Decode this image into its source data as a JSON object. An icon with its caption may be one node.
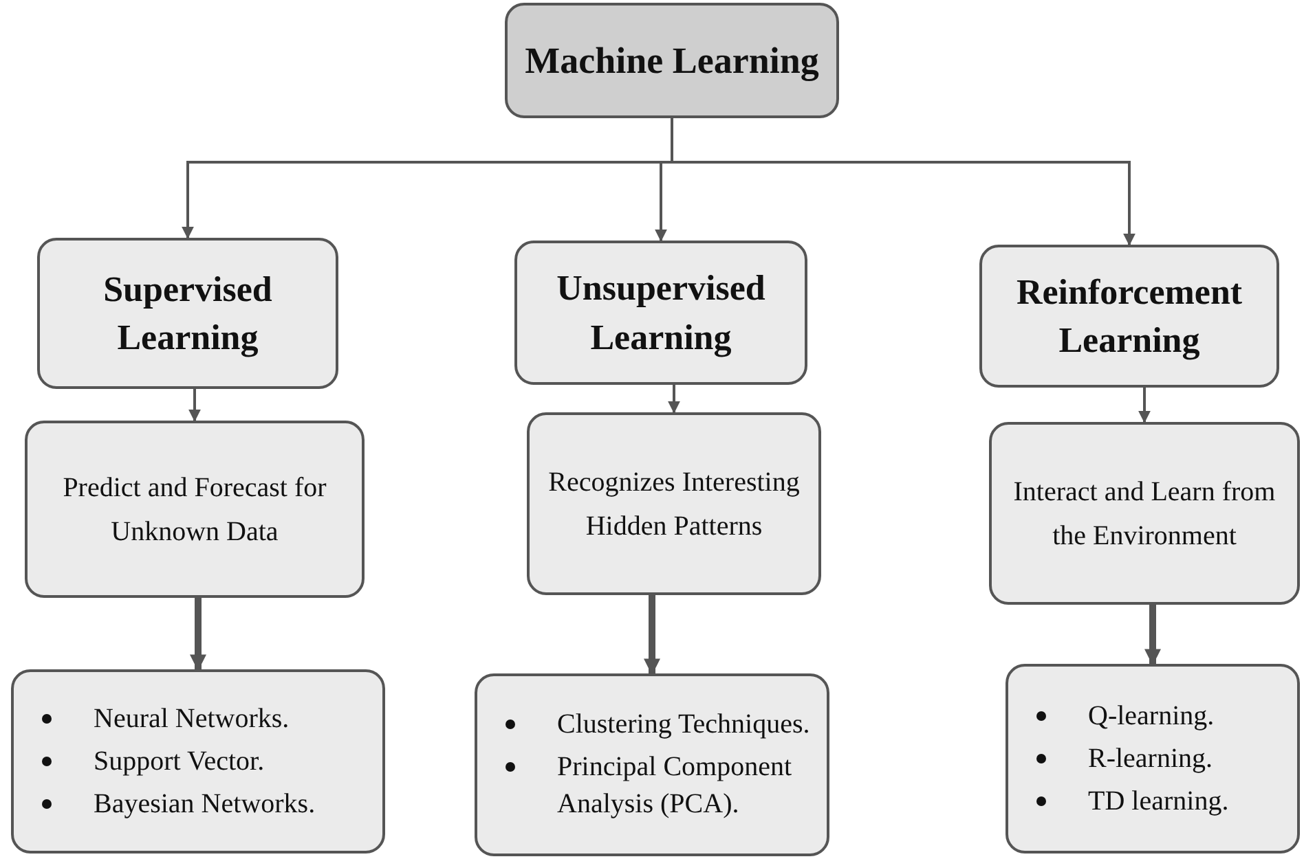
{
  "diagram": {
    "nodes": [
      {
        "text": [
          "Machine Learning"
        ]
      },
      {
        "text": [
          "Supervised Learning"
        ]
      },
      {
        "text": [
          "Unsupervised Learning"
        ]
      },
      {
        "text": [
          "Reinforcement Learning"
        ]
      },
      {
        "text": [
          "Predict and Forecast for Unknown Data"
        ]
      },
      {
        "text": [
          "Recognizes Interesting Hidden Patterns"
        ]
      },
      {
        "text": [
          "Interact and Learn from the Environment"
        ]
      },
      {
        "text": [
          "Neural Networks.",
          "Support Vector.",
          "Bayesian Networks."
        ]
      },
      {
        "text": [
          "Clustering Techniques.",
          "Principal Component Analysis (PCA)."
        ]
      },
      {
        "text": [
          "Q-learning.",
          "R-learning.",
          "TD learning."
        ]
      }
    ],
    "edges": [
      {
        "from": 0,
        "to": 1,
        "arrow": "to"
      },
      {
        "from": 0,
        "to": 2,
        "arrow": "to"
      },
      {
        "from": 0,
        "to": 3,
        "arrow": "to"
      },
      {
        "from": 1,
        "to": 4,
        "arrow": "to"
      },
      {
        "from": 2,
        "to": 5,
        "arrow": "to"
      },
      {
        "from": 3,
        "to": 6,
        "arrow": "to"
      },
      {
        "from": 4,
        "to": 7,
        "arrow": "to",
        "style": "thick"
      },
      {
        "from": 5,
        "to": 8,
        "arrow": "to",
        "style": "thick"
      },
      {
        "from": 6,
        "to": 9,
        "arrow": "to",
        "style": "thick"
      }
    ]
  }
}
